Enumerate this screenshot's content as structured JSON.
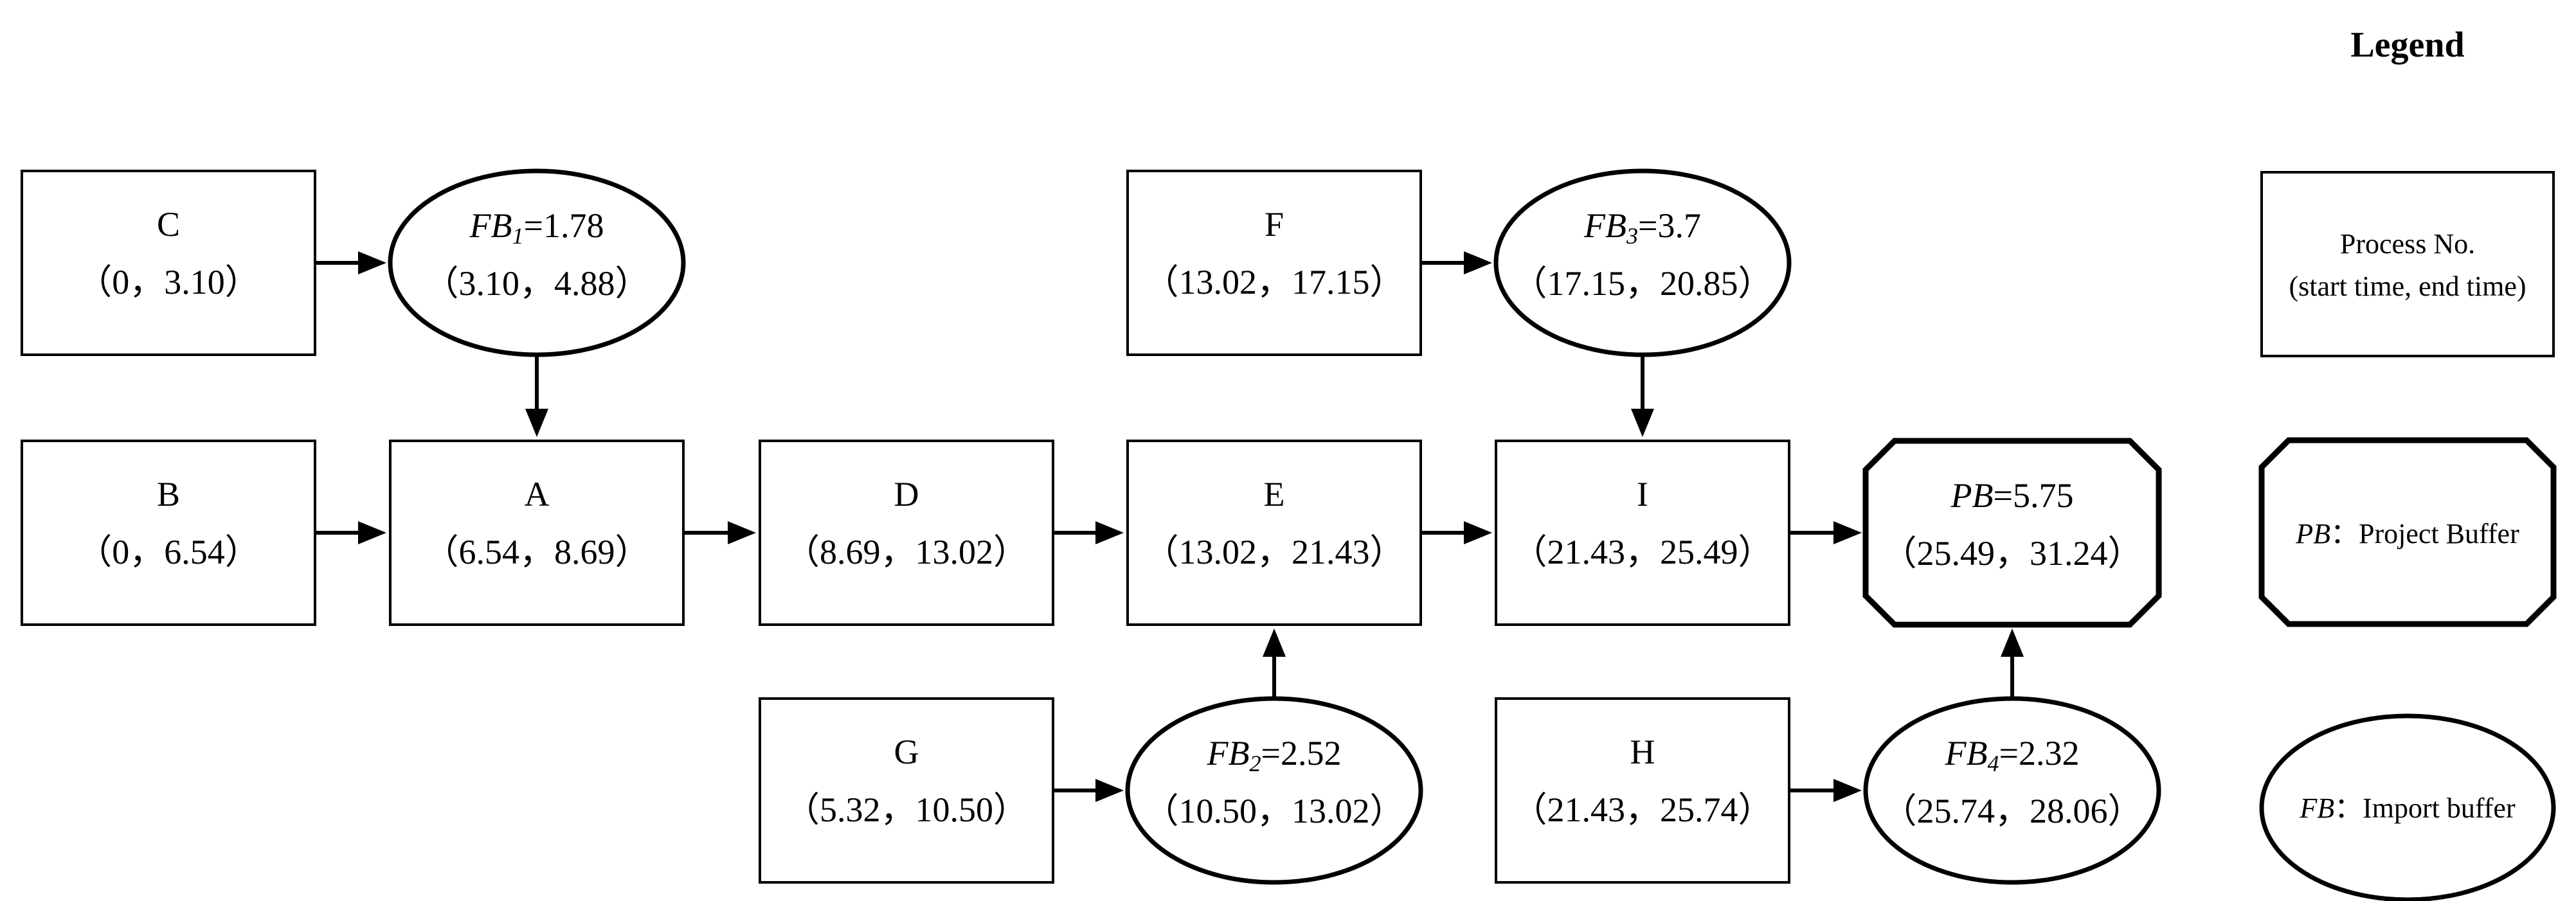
{
  "legend": {
    "title": "Legend",
    "process_line1": "Process No.",
    "process_line2": "(start time, end time)",
    "pb_symbol": "PB",
    "pb_desc": "：Project Buffer",
    "fb_symbol": "FB",
    "fb_desc": "：Import buffer"
  },
  "nodes": [
    {
      "id": "C",
      "kind": "process",
      "label": "C",
      "times": "（0，3.10）"
    },
    {
      "id": "B",
      "kind": "process",
      "label": "B",
      "times": "（0，6.54）"
    },
    {
      "id": "A",
      "kind": "process",
      "label": "A",
      "times": "（6.54，8.69）"
    },
    {
      "id": "D",
      "kind": "process",
      "label": "D",
      "times": "（8.69，13.02）"
    },
    {
      "id": "E",
      "kind": "process",
      "label": "E",
      "times": "（13.02，21.43）"
    },
    {
      "id": "F",
      "kind": "process",
      "label": "F",
      "times": "（13.02，17.15）"
    },
    {
      "id": "G",
      "kind": "process",
      "label": "G",
      "times": "（5.32，10.50）"
    },
    {
      "id": "H",
      "kind": "process",
      "label": "H",
      "times": "（21.43，25.74）"
    },
    {
      "id": "I",
      "kind": "process",
      "label": "I",
      "times": "（21.43，25.49）"
    },
    {
      "id": "FB1",
      "kind": "feeding_buffer",
      "symbol": "FB",
      "sub": "1",
      "value": "=1.78",
      "times": "（3.10，4.88）"
    },
    {
      "id": "FB2",
      "kind": "feeding_buffer",
      "symbol": "FB",
      "sub": "2",
      "value": "=2.52",
      "times": "（10.50，13.02）"
    },
    {
      "id": "FB3",
      "kind": "feeding_buffer",
      "symbol": "FB",
      "sub": "3",
      "value": "=3.7",
      "times": "（17.15，20.85）"
    },
    {
      "id": "FB4",
      "kind": "feeding_buffer",
      "symbol": "FB",
      "sub": "4",
      "value": "=2.32",
      "times": "（25.74，28.06）"
    },
    {
      "id": "PB",
      "kind": "project_buffer",
      "symbol": "PB",
      "value": "=5.75",
      "times": "（25.49，31.24）"
    }
  ],
  "edges": [
    {
      "from": "C",
      "to": "FB1"
    },
    {
      "from": "FB1",
      "to": "A"
    },
    {
      "from": "B",
      "to": "A"
    },
    {
      "from": "A",
      "to": "D"
    },
    {
      "from": "D",
      "to": "E"
    },
    {
      "from": "G",
      "to": "FB2"
    },
    {
      "from": "FB2",
      "to": "E"
    },
    {
      "from": "E",
      "to": "I"
    },
    {
      "from": "F",
      "to": "FB3"
    },
    {
      "from": "FB3",
      "to": "I"
    },
    {
      "from": "I",
      "to": "PB"
    },
    {
      "from": "H",
      "to": "FB4"
    },
    {
      "from": "FB4",
      "to": "PB"
    }
  ]
}
